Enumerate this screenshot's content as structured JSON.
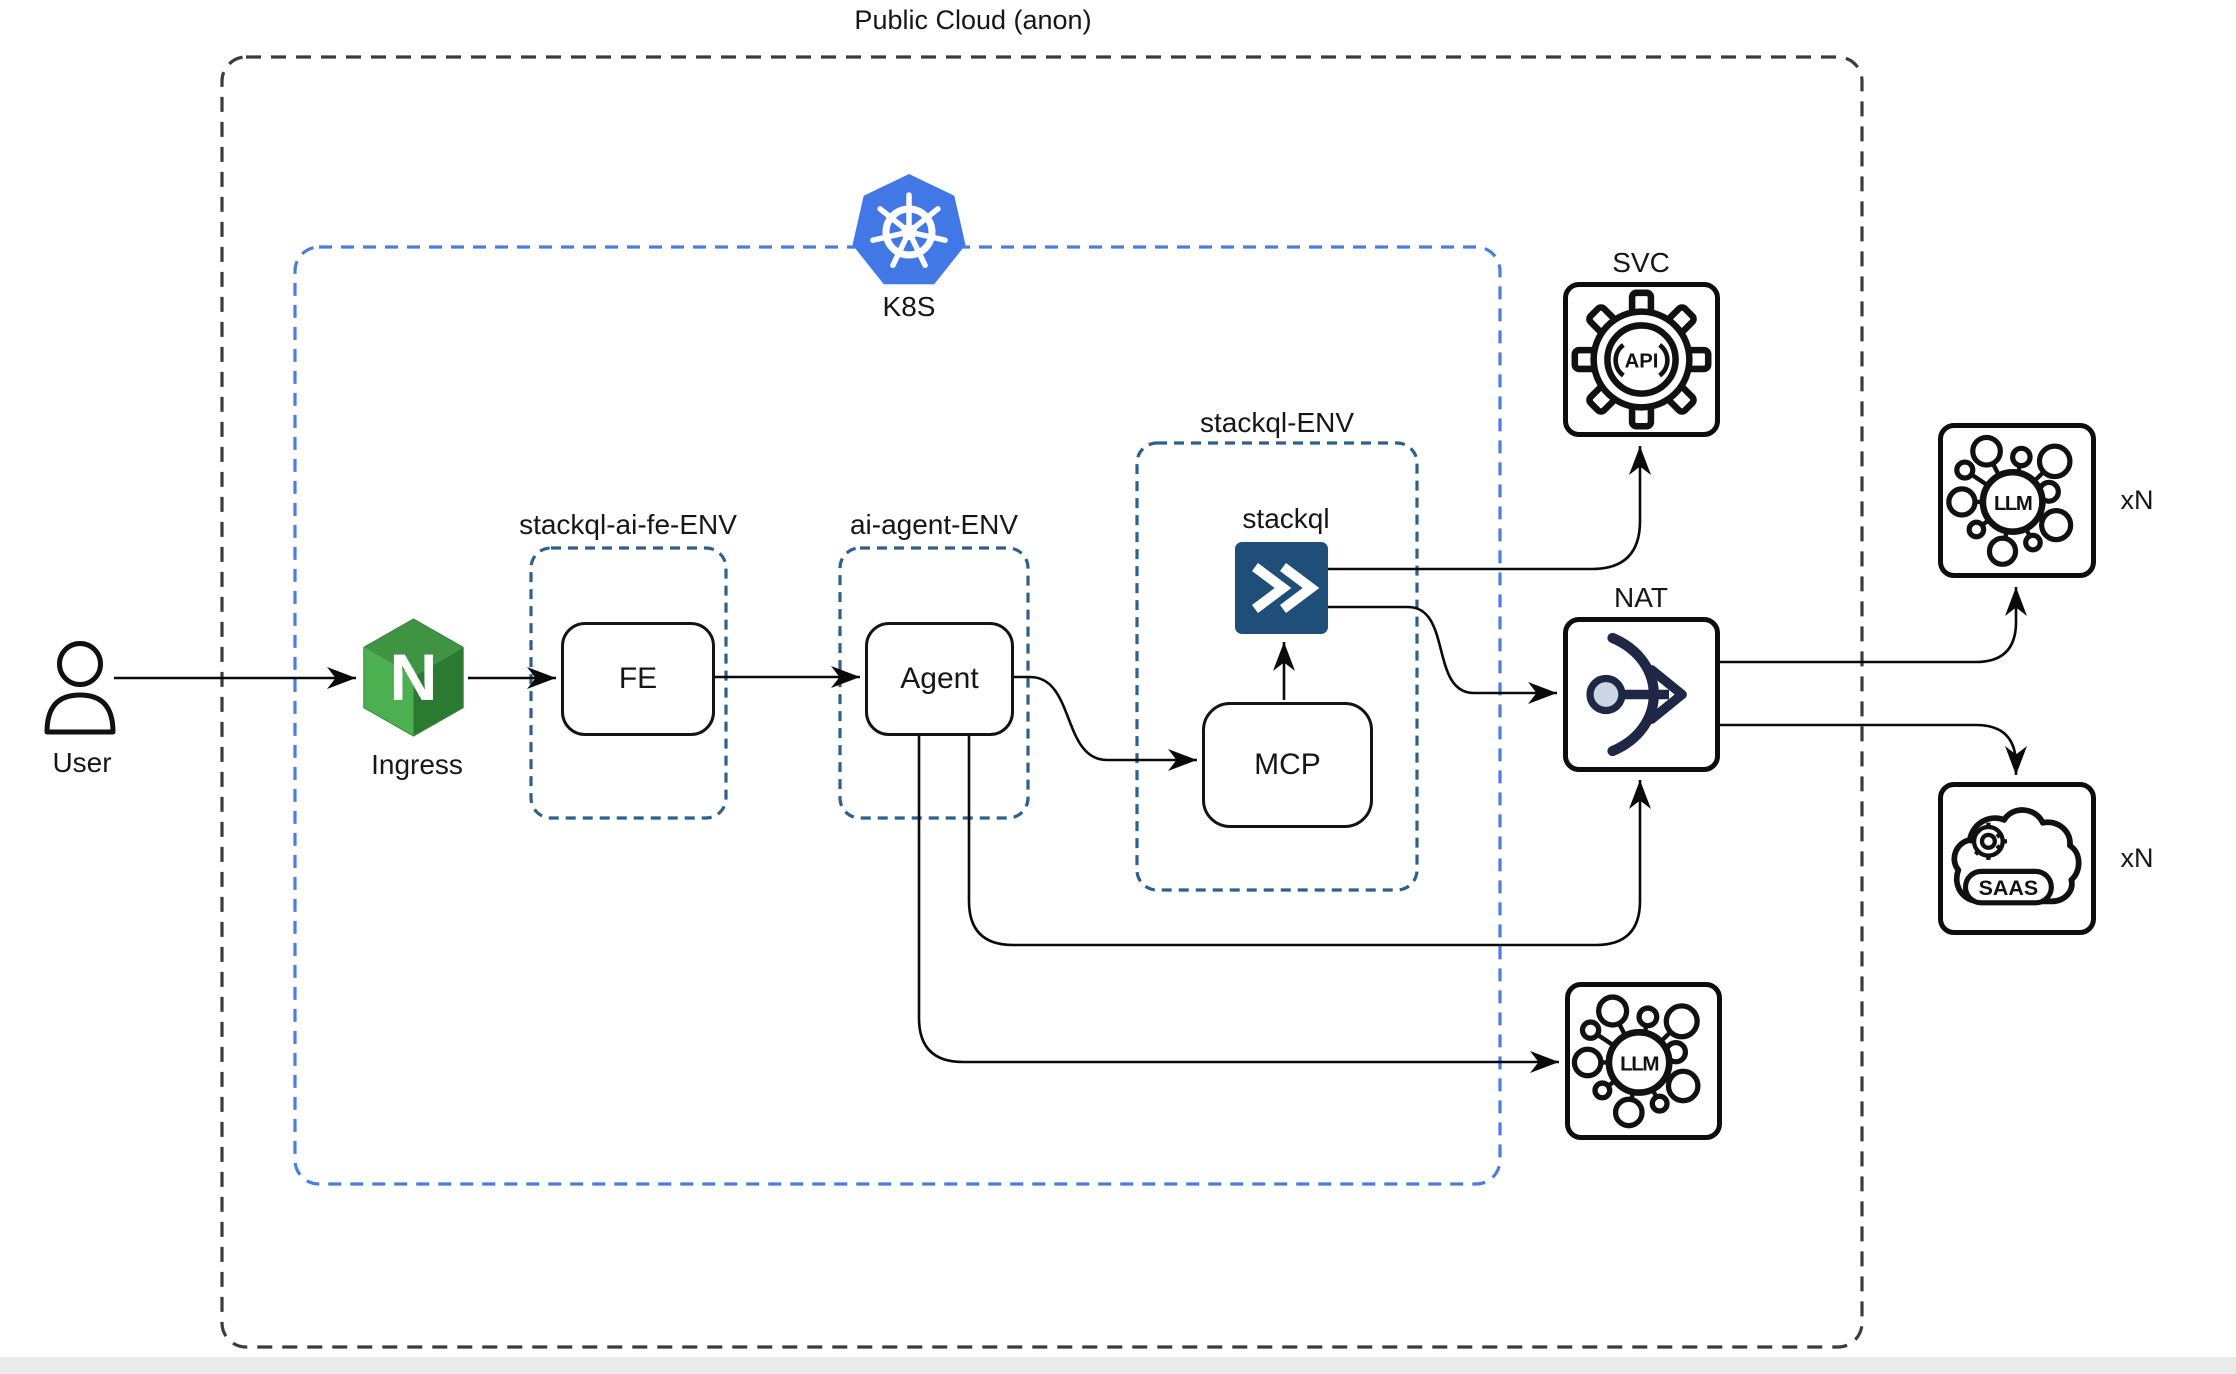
{
  "title": "Public Cloud (anon)",
  "clusters": {
    "public_cloud": {
      "label": "Public Cloud (anon)"
    },
    "k8s": {
      "label": "K8S"
    },
    "fe_env": {
      "label": "stackql-ai-fe-ENV"
    },
    "agent_env": {
      "label": "ai-agent-ENV"
    },
    "stackql_env": {
      "label": "stackql-ENV"
    }
  },
  "nodes": {
    "user": {
      "label": "User"
    },
    "ingress": {
      "label": "Ingress",
      "logo_letter": "N"
    },
    "fe": {
      "label": "FE"
    },
    "agent": {
      "label": "Agent"
    },
    "stackql": {
      "label": "stackql"
    },
    "mcp": {
      "label": "MCP"
    },
    "svc": {
      "label": "SVC",
      "icon_text": "API"
    },
    "nat": {
      "label": "NAT"
    },
    "llm_external": {
      "label": "xN",
      "icon_text": "LLM"
    },
    "saas_external": {
      "label": "xN",
      "icon_text": "SAAS"
    },
    "llm_internal": {
      "icon_text": "LLM"
    }
  },
  "edges": [
    {
      "from": "User",
      "to": "Ingress"
    },
    {
      "from": "Ingress",
      "to": "FE"
    },
    {
      "from": "FE",
      "to": "Agent"
    },
    {
      "from": "Agent",
      "to": "MCP"
    },
    {
      "from": "MCP",
      "to": "stackql"
    },
    {
      "from": "stackql",
      "to": "SVC"
    },
    {
      "from": "stackql",
      "to": "NAT"
    },
    {
      "from": "Agent",
      "to": "NAT"
    },
    {
      "from": "Agent",
      "to": "llm_internal"
    },
    {
      "from": "NAT",
      "to": "llm_external (xN)"
    },
    {
      "from": "NAT",
      "to": "saas_external (xN)"
    }
  ],
  "colors": {
    "k8s_logo_blue": "#4277e6",
    "k8s_border_blue": "#4a7de2",
    "env_border_navy": "#2f5f8e",
    "outer_border_gray": "#3c3c3c",
    "nginx_green": "#3e9442",
    "nginx_green_light": "#4caf50",
    "nginx_green_dark": "#2a7a31",
    "stackql_blue": "#1f4e79",
    "nat_stroke_navy": "#1e2745",
    "nat_circle_fill": "#ccd5e4",
    "line_black": "#0a0a0a",
    "footer_strip_gray": "#eaeaea"
  }
}
